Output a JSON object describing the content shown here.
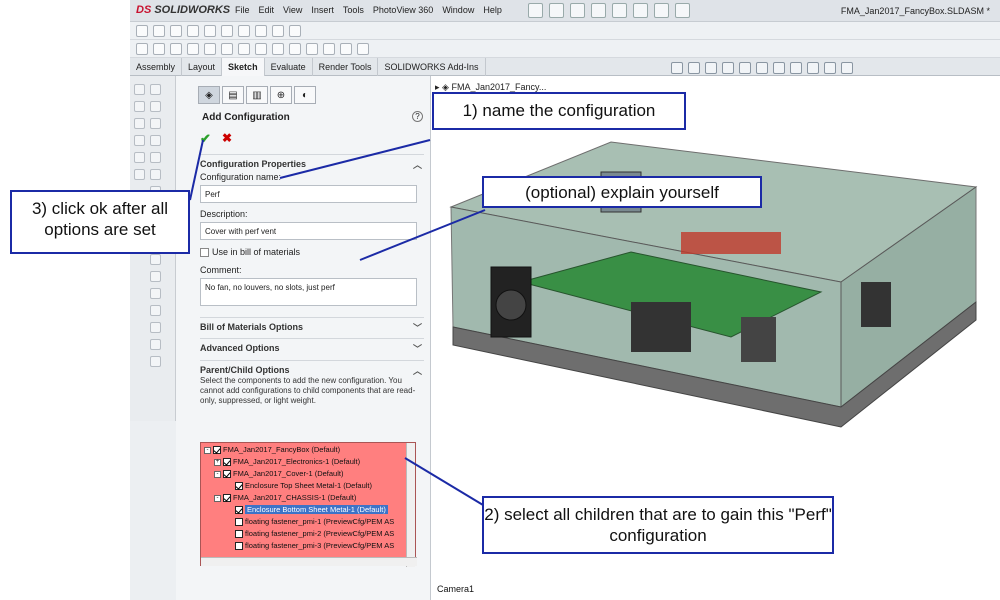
{
  "app": {
    "logo_prefix": "DS",
    "logo_text": "SOLIDWORKS",
    "window_title": "FMA_Jan2017_FancyBox.SLDASM *"
  },
  "menu": [
    "File",
    "Edit",
    "View",
    "Insert",
    "Tools",
    "PhotoView 360",
    "Window",
    "Help"
  ],
  "tabs": [
    "Assembly",
    "Layout",
    "Sketch",
    "Evaluate",
    "Render Tools",
    "SOLIDWORKS Add-Ins"
  ],
  "active_tab": "Sketch",
  "pm": {
    "title": "Add Configuration",
    "help": "?",
    "ok": "✔",
    "cancel": "✖",
    "sections": {
      "config_props": "Configuration Properties",
      "bom": "Bill of Materials Options",
      "advanced": "Advanced Options",
      "parent_child": "Parent/Child Options"
    },
    "config_name_label": "Configuration name:",
    "config_name_value": "Perf",
    "description_label": "Description:",
    "description_value": "Cover with perf vent",
    "use_bom_label": "Use in bill of materials",
    "comment_label": "Comment:",
    "comment_value": "No fan, no louvers, no slots, just perf",
    "parent_child_text": "Select the components to add the new configuration. You cannot add configurations to child components that are read-only, suppressed, or light weight."
  },
  "tree": [
    {
      "label": "FMA_Jan2017_FancyBox (Default)",
      "indent": 0,
      "checked": true,
      "expander": "-"
    },
    {
      "label": "FMA_Jan2017_Electronics-1 (Default)",
      "indent": 1,
      "checked": true,
      "expander": "+"
    },
    {
      "label": "FMA_Jan2017_Cover-1 (Default)",
      "indent": 1,
      "checked": true,
      "expander": "-"
    },
    {
      "label": "Enclosure Top Sheet Metal-1 (Default)",
      "indent": 2,
      "checked": true,
      "expander": ""
    },
    {
      "label": "FMA_Jan2017_CHASSIS-1 (Default)",
      "indent": 1,
      "checked": true,
      "expander": "-"
    },
    {
      "label": "Enclosure Bottom Sheet Metal-1 (Default)",
      "indent": 2,
      "checked": true,
      "expander": "",
      "selected": true
    },
    {
      "label": "floating fastener_pmi-1 (PreviewCfg/PEM AS",
      "indent": 2,
      "checked": false,
      "expander": ""
    },
    {
      "label": "floating fastener_pmi-2 (PreviewCfg/PEM AS",
      "indent": 2,
      "checked": false,
      "expander": ""
    },
    {
      "label": "floating fastener_pmi-3 (PreviewCfg/PEM AS",
      "indent": 2,
      "checked": false,
      "expander": ""
    }
  ],
  "viewport": {
    "assembly_name": "FMA_Jan2017_Fancy...",
    "camera": "Camera1"
  },
  "callouts": {
    "c1": "1) name the configuration",
    "c2": "2) select all children that are to gain this \"Perf\" configuration",
    "c3": "3) click ok after all options are set",
    "c_opt": "(optional) explain yourself"
  },
  "colors": {
    "callout_border": "#1b2aa6",
    "tree_highlight": "#ff7f7f",
    "selection": "#3d73c7",
    "ok": "#2aa02a",
    "cancel": "#cc0000"
  }
}
